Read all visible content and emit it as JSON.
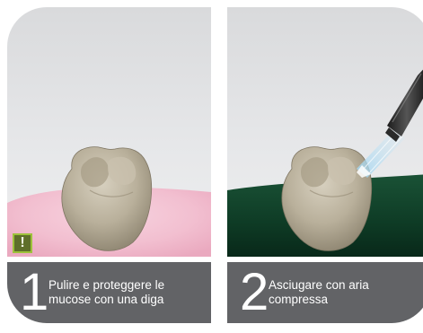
{
  "steps": [
    {
      "number": "1",
      "caption": "Pulire e proteggere le\nmucose con una diga",
      "badge": "!",
      "background_color": "#f2bfd0"
    },
    {
      "number": "2",
      "caption": "Asciugare con aria\ncompressa",
      "background_color": "#0e3b25"
    }
  ],
  "colors": {
    "caption_bar": "#626366",
    "panel_background": "#e4e5e7",
    "badge_border": "#9dc23a",
    "tooth": "#b5ac96"
  },
  "icons": {
    "warning": "warning-badge-icon",
    "air_syringe": "air-syringe-icon"
  }
}
